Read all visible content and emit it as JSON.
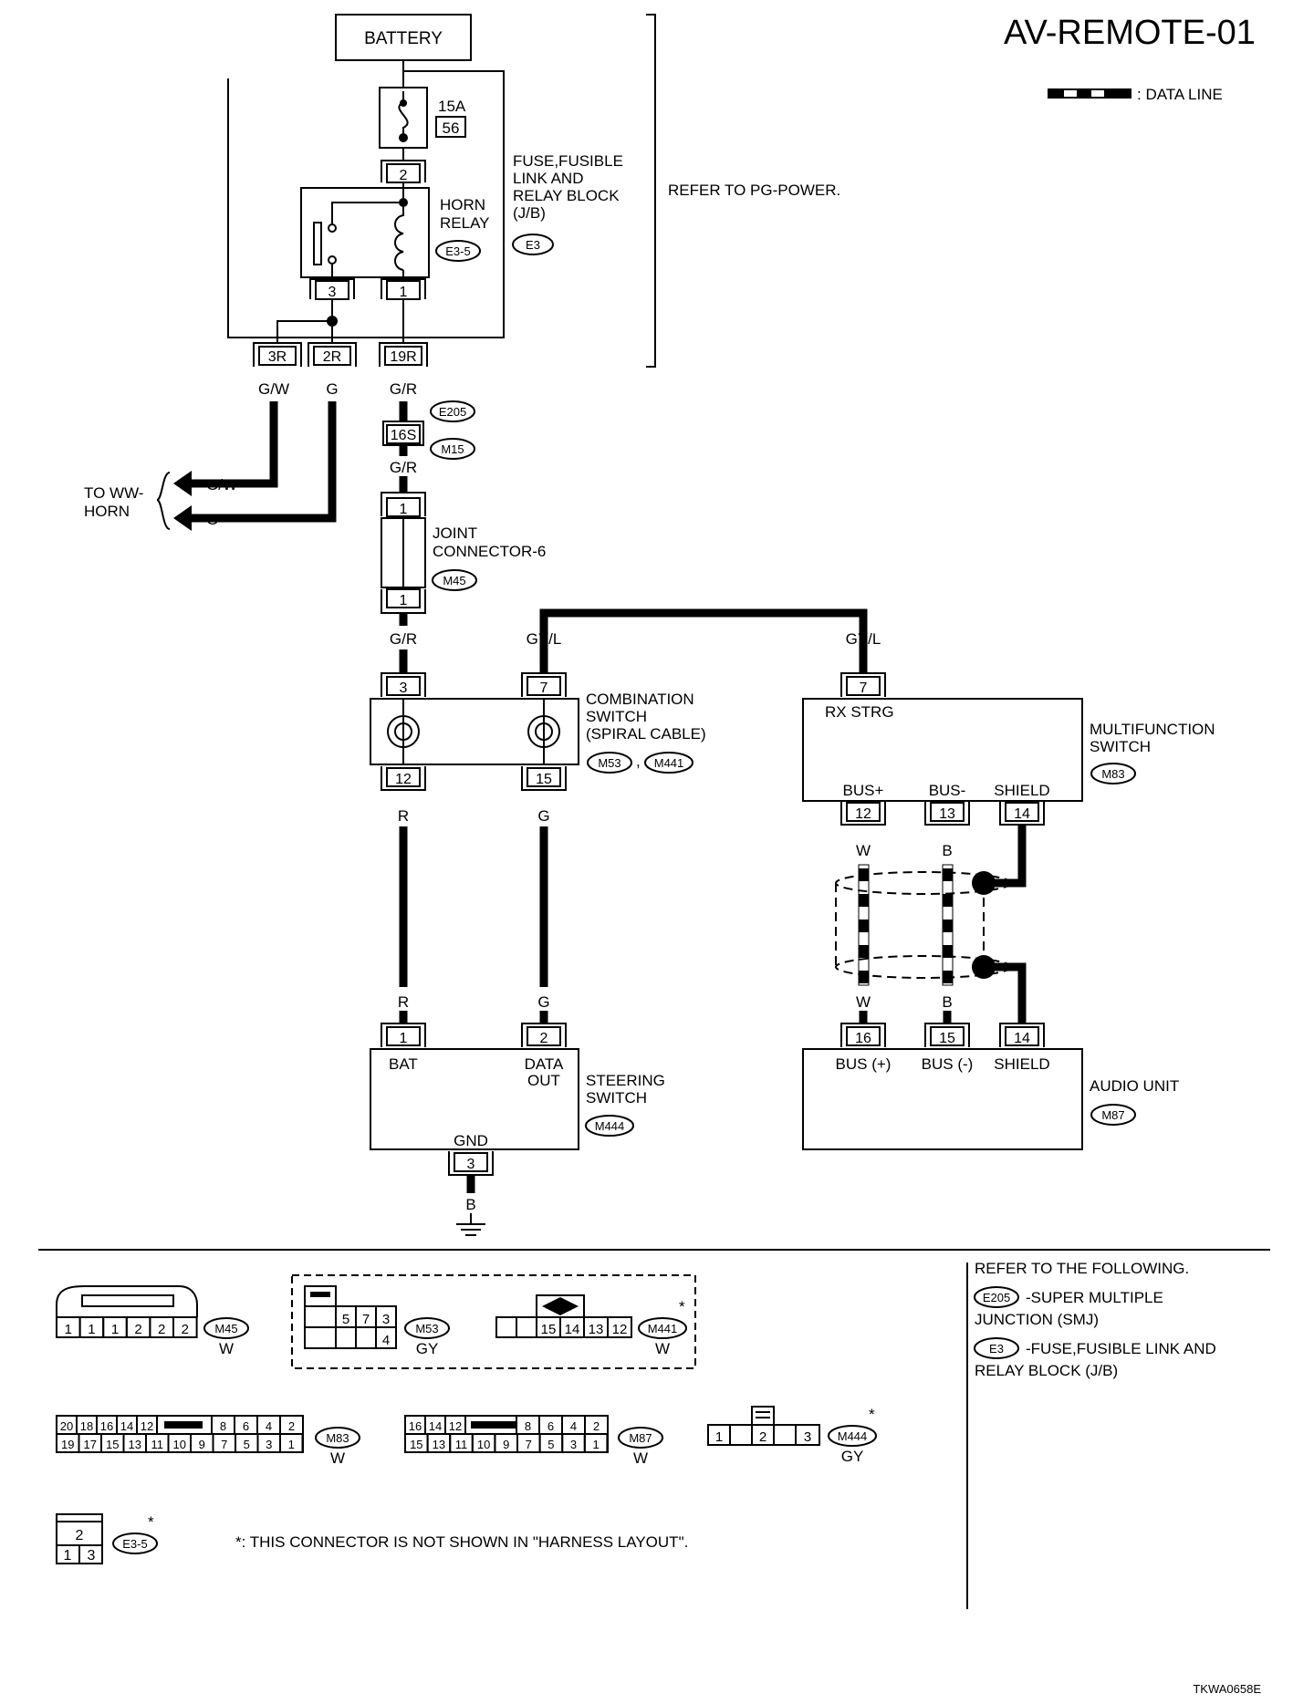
{
  "title": "AV-REMOTE-01",
  "legend": {
    "data_line": ": DATA LINE"
  },
  "battery": "BATTERY",
  "fuse": {
    "rating": "15A",
    "number": "56"
  },
  "junction_block": {
    "line1": "FUSE,FUSIBLE",
    "line2": "LINK AND",
    "line3": "RELAY BLOCK",
    "line4": "(J/B)",
    "code": "E3"
  },
  "horn_relay": {
    "line1": "HORN",
    "line2": "RELAY",
    "code": "E3-5"
  },
  "refer_pg": "REFER TO PG-POWER.",
  "pins": {
    "fuse_out": "2",
    "relay_3": "3",
    "relay_1": "1",
    "jb_3r": "3R",
    "jb_2r": "2R",
    "jb_19r": "19R",
    "smj_16s": "16S",
    "jc_1a": "1",
    "jc_1b": "1",
    "cs_3": "3",
    "cs_7": "7",
    "cs_12": "12",
    "cs_15": "15",
    "mf_7": "7",
    "mf_12": "12",
    "mf_13": "13",
    "mf_14": "14",
    "ss_1": "1",
    "ss_2": "2",
    "ss_3": "3",
    "au_16": "16",
    "au_15": "15",
    "au_14": "14"
  },
  "wires": {
    "gw": "G/W",
    "g": "G",
    "gr": "G/R",
    "gr2": "G/R",
    "gr3": "G/R",
    "gyl1": "GY/L",
    "gyl2": "GY/L",
    "r1": "R",
    "r2": "R",
    "g1": "G",
    "g2": "G",
    "w1": "W",
    "w2": "W",
    "b1": "B",
    "b2": "B",
    "b_gnd": "B",
    "arrow_gw": "G/W",
    "arrow_g": "G"
  },
  "ww_horn": {
    "line1": "TO WW-",
    "line2": "HORN"
  },
  "smj": {
    "code_top": "E205",
    "code_bottom": "M15"
  },
  "joint_connector": {
    "line1": "JOINT",
    "line2": "CONNECTOR-6",
    "code": "M45"
  },
  "combination_switch": {
    "line1": "COMBINATION",
    "line2": "SWITCH",
    "line3": "(SPIRAL CABLE)",
    "code1": "M53",
    "sep": ",",
    "code2": "M441"
  },
  "multifunction_switch": {
    "line1": "MULTIFUNCTION",
    "line2": "SWITCH",
    "code": "M83",
    "rx": "RX STRG",
    "bus_plus": "BUS+",
    "bus_minus": "BUS-",
    "shield": "SHIELD"
  },
  "steering_switch": {
    "line1": "STEERING",
    "line2": "SWITCH",
    "code": "M444",
    "bat": "BAT",
    "data1": "DATA",
    "data2": "OUT",
    "gnd": "GND"
  },
  "audio_unit": {
    "label": "AUDIO UNIT",
    "code": "M87",
    "bus_p": "BUS (+)",
    "bus_m": "BUS (-)",
    "shield": "SHIELD"
  },
  "connectors": {
    "m45": {
      "code": "M45",
      "color": "W",
      "pins": [
        "1",
        "1",
        "1",
        "2",
        "2",
        "2"
      ]
    },
    "m53": {
      "code": "M53",
      "color": "GY",
      "top": [
        "5",
        "7",
        "3"
      ],
      "bottom": [
        "4"
      ]
    },
    "m441": {
      "code": "M441",
      "color": "W",
      "star": "*",
      "pins": [
        "15",
        "14",
        "13",
        "12"
      ]
    },
    "m83": {
      "code": "M83",
      "color": "W",
      "top": [
        "20",
        "18",
        "16",
        "14",
        "12",
        "8",
        "6",
        "4",
        "2"
      ],
      "bottom": [
        "19",
        "17",
        "15",
        "13",
        "11",
        "10",
        "9",
        "7",
        "5",
        "3",
        "1"
      ]
    },
    "m87": {
      "code": "M87",
      "color": "W",
      "top": [
        "16",
        "14",
        "12",
        "8",
        "6",
        "4",
        "2"
      ],
      "bottom": [
        "15",
        "13",
        "11",
        "10",
        "9",
        "7",
        "5",
        "3",
        "1"
      ]
    },
    "m444": {
      "code": "M444",
      "color": "GY",
      "star": "*",
      "pins": [
        "1",
        "2",
        "3"
      ]
    },
    "e35": {
      "code": "E3-5",
      "star": "*",
      "top": "2",
      "bottom": [
        "1",
        "3"
      ]
    }
  },
  "footnote": "*: THIS CONNECTOR IS NOT SHOWN IN \"HARNESS LAYOUT\".",
  "refer_following": {
    "heading": "REFER TO THE FOLLOWING.",
    "e205_code": "E205",
    "e205_text1": "-SUPER MULTIPLE",
    "e205_text2": "JUNCTION (SMJ)",
    "e3_code": "E3",
    "e3_text1": "-FUSE,FUSIBLE LINK AND",
    "e3_text2": "RELAY BLOCK (J/B)"
  },
  "doc_id": "TKWA0658E"
}
